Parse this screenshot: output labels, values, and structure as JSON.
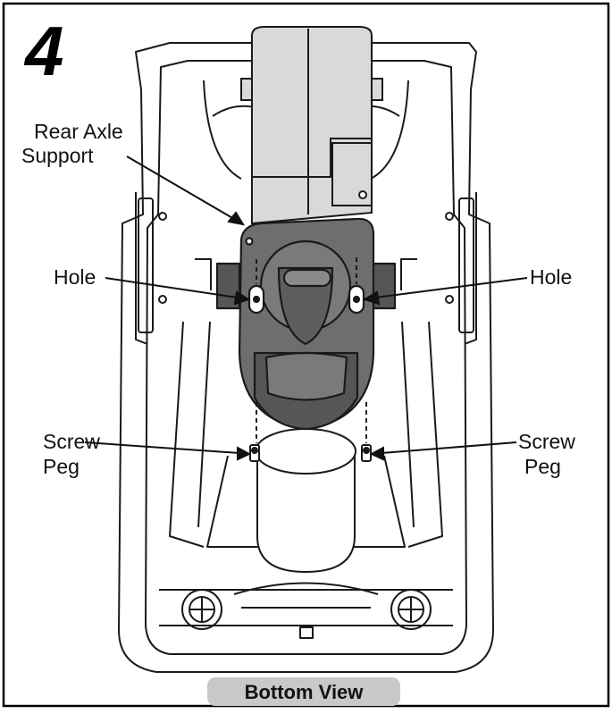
{
  "step_number": "4",
  "callouts": {
    "rear_axle_support": [
      "Rear Axle",
      "Support"
    ],
    "hole_left": "Hole",
    "hole_right": "Hole",
    "screw_peg_left": [
      "Screw",
      "Peg"
    ],
    "screw_peg_right": [
      "Screw",
      "Peg"
    ]
  },
  "caption": "Bottom View",
  "colors": {
    "line": "#1a1a1a",
    "support_fill": "#6e6e6e",
    "support_shadow": "#565656",
    "caption_bg": "#c8c8c8"
  }
}
